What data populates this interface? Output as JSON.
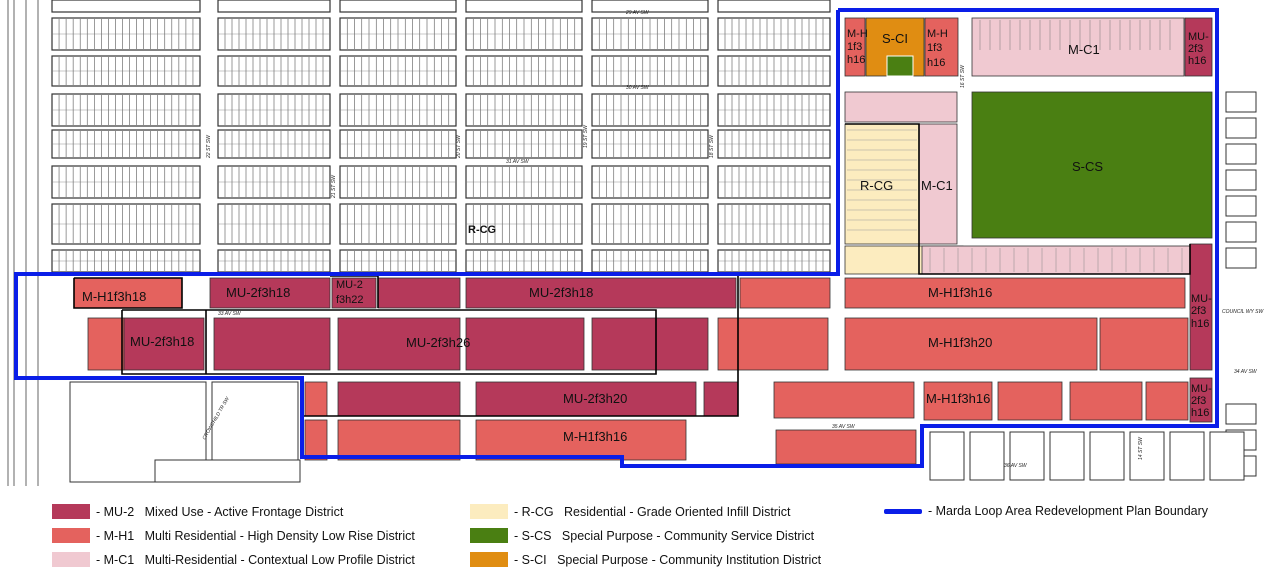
{
  "colors": {
    "mu2": "#b5395a",
    "mh1": "#e4625e",
    "mc1": "#f0c9d1",
    "rcg": "#fcecbf",
    "scs": "#4a7f12",
    "sci": "#e08d12",
    "boundary": "#0a1ee8",
    "road": "#ffffff",
    "lot_line": "#333333"
  },
  "map": {
    "zone_labels": {
      "mh1_west": "M-H1f3h18",
      "mu2_f3h18_top": "MU-2f3h18",
      "mu2_f3h22": "MU-2 f3h22",
      "mu2_f3h18_center": "MU-2f3h18",
      "mh1_f3h16_east": "M-H1f3h16",
      "mu2_f3h18_west": "MU-2f3h18",
      "mu2_f3h26": "MU-2f3h26",
      "mh1_f3h20": "M-H1f3h20",
      "mu2_f3h20": "MU-2f3h20",
      "mh1_f3h16_south": "M-H1f3h16",
      "mh1_f3h16_se": "M-H1f3h16",
      "rcg_main": "R-CG",
      "rcg_east": "R-CG",
      "mc1_mid": "M-C1",
      "mc1_ne": "M-C1",
      "scs": "S-CS",
      "sci": "S-CI",
      "mh1_ne_a": "M-H 1f3 h16",
      "mh1_ne_b": "M-H 1f3 h16",
      "mu2_ne": "MU- 2f3 h16",
      "mu2_e": "MU- 2f3 h16",
      "mu2_se": "MU- 2f3 h16"
    },
    "street_labels": {
      "s29": "29 AV SW",
      "s30": "30 AV SW",
      "s31": "31 AV SW",
      "s33": "33 AV SW",
      "s35": "35 AV SW",
      "s36": "36 AV SW",
      "s34": "34 AV SW",
      "council": "COUNCIL WY SW",
      "st22": "22 ST SW",
      "st20": "20 ST SW",
      "st21": "21 ST SW",
      "st19": "19 ST SW",
      "st18": "18 ST SW",
      "st16": "16 ST SW",
      "st14": "14 ST SW",
      "crowchild": "CROWCHILD TR SW"
    }
  },
  "legend": {
    "items": [
      {
        "code": "- MU-2",
        "desc": "Mixed Use - Active Frontage District"
      },
      {
        "code": "- M-H1",
        "desc": "Multi Residential - High Density Low Rise District"
      },
      {
        "code": "- M-C1",
        "desc": "Multi-Residential - Contextual Low Profile District"
      },
      {
        "code": "- R-CG",
        "desc": "Residential - Grade Oriented Infill District"
      },
      {
        "code": "- S-CS",
        "desc": "Special Purpose - Community Service District"
      },
      {
        "code": "- S-CI",
        "desc": "Special Purpose - Community Institution District"
      }
    ],
    "boundary_label": "- Marda Loop Area Redevelopment Plan Boundary"
  }
}
